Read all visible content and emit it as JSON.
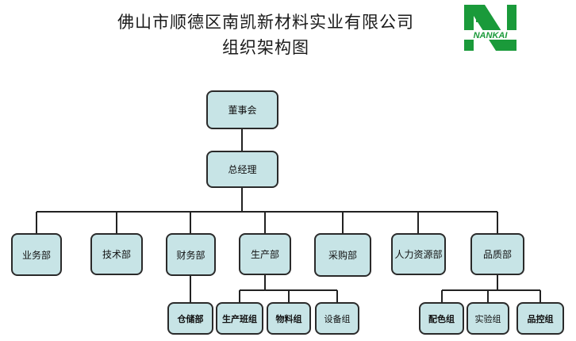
{
  "header": {
    "company": "佛山市顺德区南凯新材料实业有限公司",
    "subtitle": "组织架构图",
    "logo_text": "NANKAI",
    "logo_color": "#1a9a3a"
  },
  "org": {
    "board": "董事会",
    "gm": "总经理",
    "departments": [
      "业务部",
      "技术部",
      "财务部",
      "生产部",
      "采购部",
      "人力资源部",
      "品质部"
    ],
    "finance_groups": [
      "仓储部"
    ],
    "production_groups": [
      "生产班组",
      "物料组",
      "设备组"
    ],
    "quality_groups": [
      "配色组",
      "实验组",
      "品控组"
    ]
  },
  "colors": {
    "box_fill": "#c7e4e6",
    "box_border": "#2a2a2a",
    "line": "#222222"
  }
}
